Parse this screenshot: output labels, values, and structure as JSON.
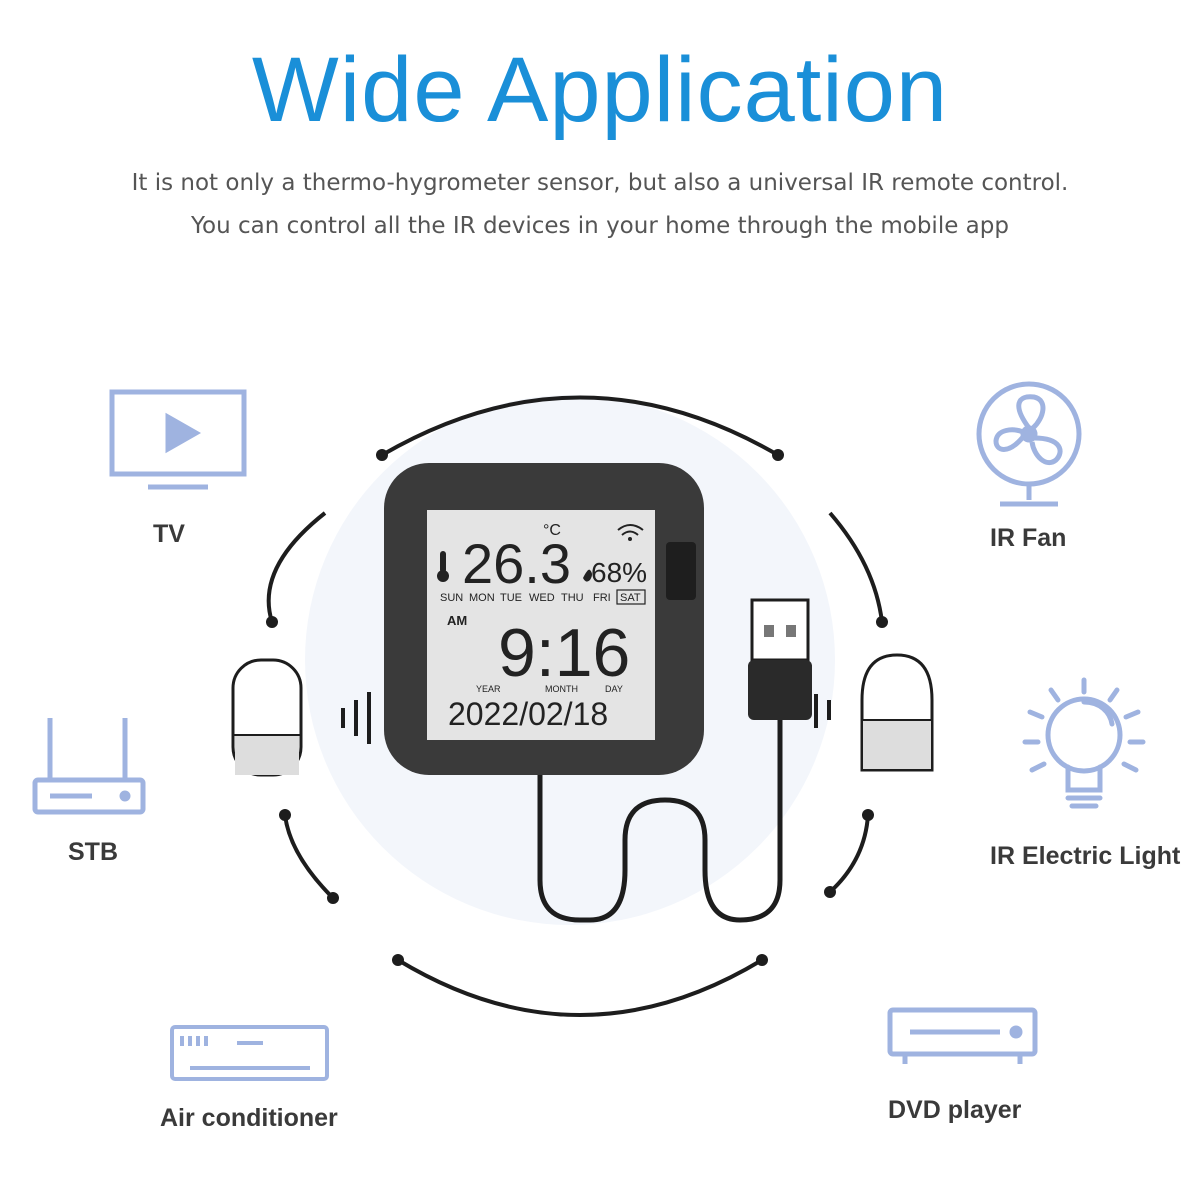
{
  "header": {
    "title": "Wide Application",
    "subtitle_line1": "It is not only a thermo-hygrometer sensor, but also a universal IR remote control.",
    "subtitle_line2": "You can control all the IR devices in your home through the mobile app"
  },
  "devices": {
    "tv": "TV",
    "stb": "STB",
    "air_conditioner": "Air conditioner",
    "ir_fan": "IR Fan",
    "ir_light": "IR Electric Light",
    "dvd": "DVD player"
  },
  "lcd": {
    "temperature": "26.3",
    "temp_unit": "°C",
    "humidity": "68%",
    "weekdays": [
      "SUN",
      "MON",
      "TUE",
      "WED",
      "THU",
      "FRI",
      "SAT"
    ],
    "selected_day": "SAT",
    "ampm": "AM",
    "time": "9:16",
    "date_labels": [
      "YEAR",
      "MONTH",
      "DAY"
    ],
    "date": "2022/02/18"
  },
  "colors": {
    "title": "#1a8fd8",
    "icon": "#9fb3e0",
    "device_body": "#3a3a3a",
    "lcd_bg": "#e4e4e4"
  }
}
